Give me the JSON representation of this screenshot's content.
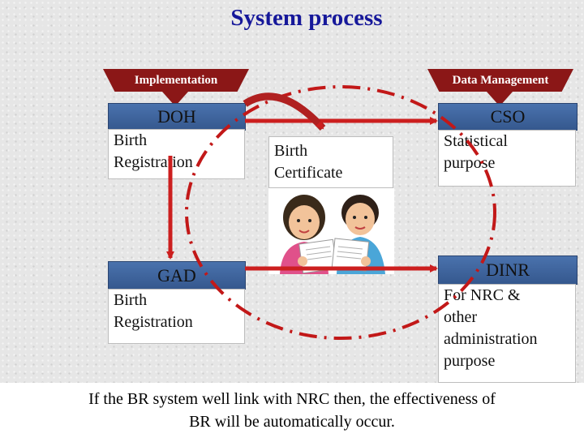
{
  "title": "System process",
  "headers": {
    "implementation": "Implementation",
    "data_management": "Data Management"
  },
  "doh": {
    "header": "DOH",
    "lines": [
      "Birth",
      "Registration"
    ]
  },
  "cso": {
    "header": "CSO",
    "lines": [
      "Statistical",
      "purpose"
    ]
  },
  "gad": {
    "header": "GAD",
    "lines": [
      "Birth",
      "Registration"
    ]
  },
  "dinr": {
    "header": "DINR",
    "lines": [
      "For NRC &",
      "other",
      "administration",
      "purpose"
    ]
  },
  "certificate": {
    "lines": [
      "Birth",
      "Certificate"
    ]
  },
  "caption": {
    "line1": "If the BR system well link with NRC then, the effectiveness of",
    "line2": "BR will be automatically occur."
  },
  "colors": {
    "title": "#16189a",
    "header_tag": "#8b1717",
    "bar": "#4a72ad",
    "arrow": "#cc1f1f",
    "dash_ring": "#c21818"
  }
}
